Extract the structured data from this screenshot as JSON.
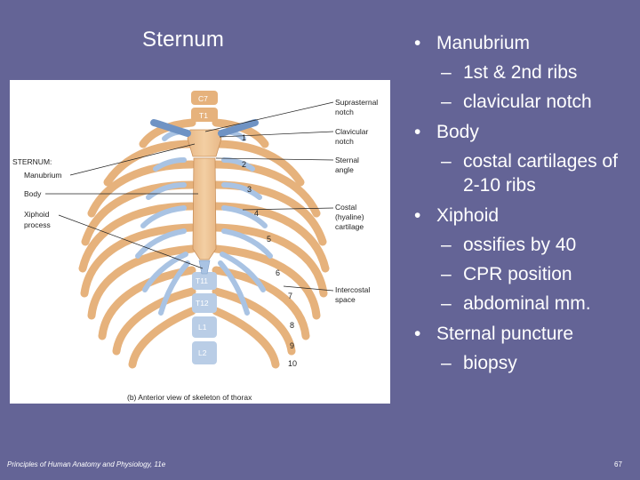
{
  "slide": {
    "title": "Sternum",
    "footer": "Principles of Human Anatomy and Physiology, 11e",
    "page_number": "67"
  },
  "figure": {
    "caption": "(b) Anterior view of skeleton of thorax",
    "left_labels": {
      "sternum": "STERNUM:",
      "manubrium": "Manubrium",
      "body": "Body",
      "xiphoid_line1": "Xiphoid",
      "xiphoid_line2": "process"
    },
    "right_labels": {
      "suprasternal_line1": "Suprasternal",
      "suprasternal_line2": "notch",
      "clavicular_line1": "Clavicular",
      "clavicular_line2": "notch",
      "sternal_line1": "Sternal",
      "sternal_line2": "angle",
      "costal_line1": "Costal",
      "costal_line2": "(hyaline)",
      "costal_line3": "cartilage",
      "intercostal_line1": "Intercostal",
      "intercostal_line2": "space"
    },
    "vertebrae": [
      "C7",
      "T1",
      "T11",
      "T12",
      "L1",
      "L2"
    ],
    "rib_numbers": [
      "1",
      "2",
      "3",
      "4",
      "5",
      "6",
      "7",
      "8",
      "9",
      "10"
    ]
  },
  "bullets": [
    {
      "text": "Manubrium",
      "sub": [
        "1st & 2nd ribs",
        "clavicular notch"
      ]
    },
    {
      "text": "Body",
      "sub": [
        "costal cartilages of 2-10 ribs"
      ]
    },
    {
      "text": "Xiphoid",
      "sub": [
        "ossifies by 40",
        "CPR position",
        "abdominal mm."
      ]
    },
    {
      "text": "Sternal puncture",
      "sub": [
        "biopsy"
      ]
    }
  ],
  "symbols": {
    "bullet": "•",
    "dash": "–"
  },
  "colors": {
    "background": "#646496",
    "bone": "#e8b887",
    "cartilage": "#a9c3e3",
    "text": "#ffffff"
  }
}
